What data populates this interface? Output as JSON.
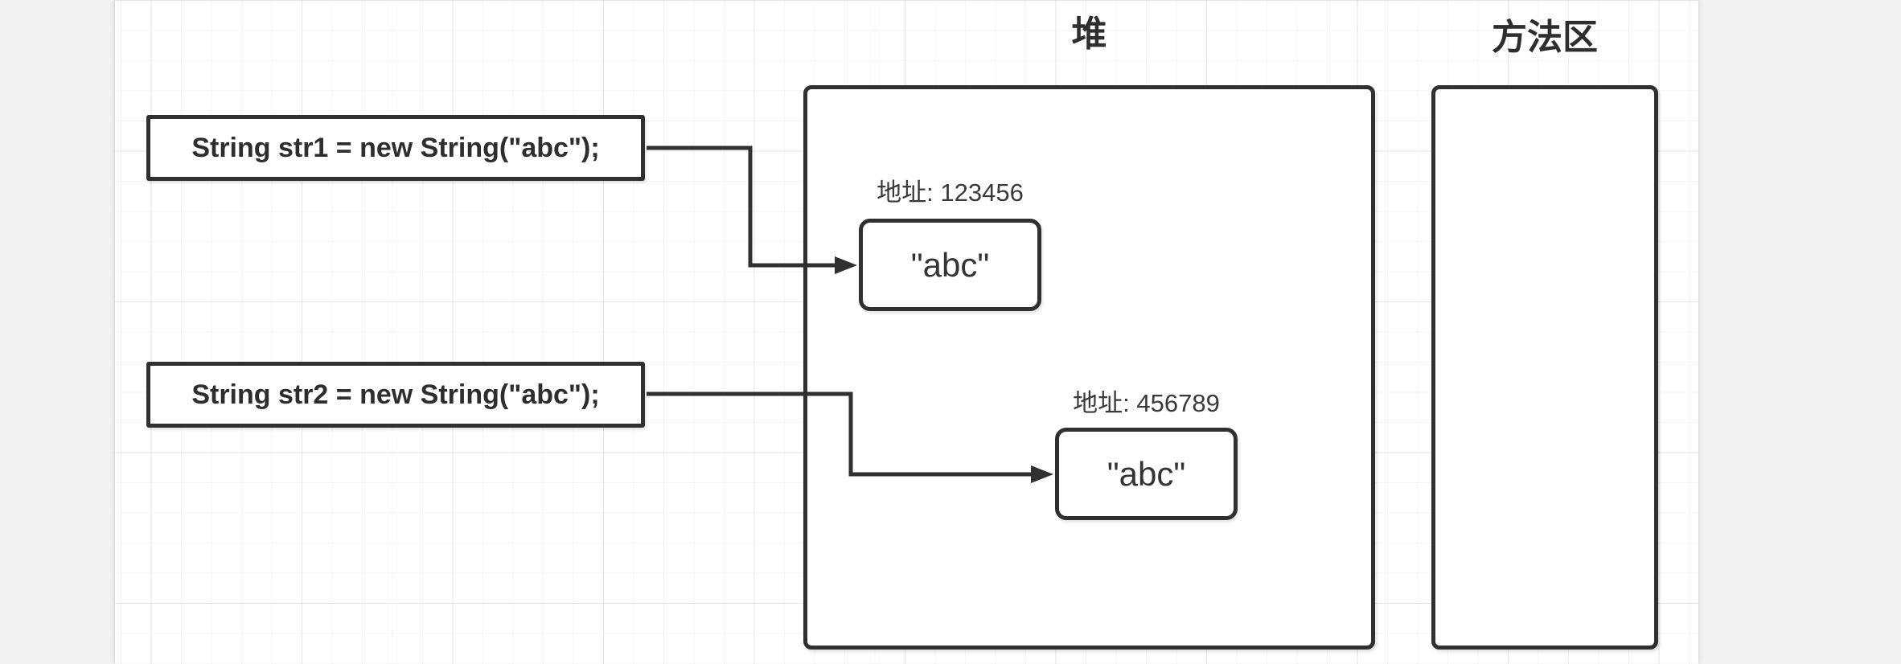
{
  "regions": {
    "heap": {
      "title": "堆"
    },
    "method_area": {
      "title": "方法区"
    }
  },
  "statements": [
    {
      "text": "String str1 = new String(\"abc\");"
    },
    {
      "text": "String str2 = new String(\"abc\");"
    }
  ],
  "heap_objects": [
    {
      "address_label": "地址: 123456",
      "value": "\"abc\""
    },
    {
      "address_label": "地址: 456789",
      "value": "\"abc\""
    }
  ],
  "colors": {
    "stroke": "#303030",
    "text": "#2e2e2e",
    "shape_fill": "#ffffff",
    "page_bg": "#ffffff",
    "margin_bg": "#f2f2f3"
  }
}
